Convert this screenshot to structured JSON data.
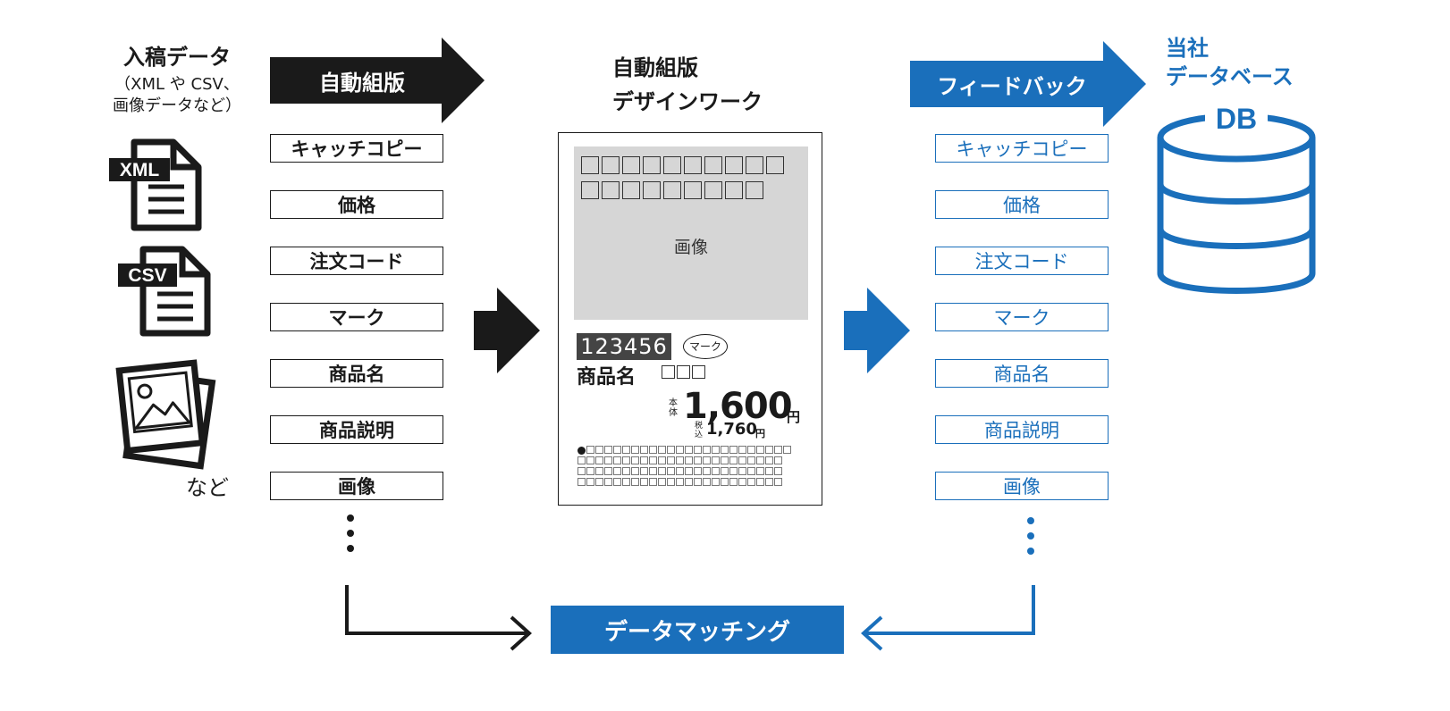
{
  "source": {
    "title": "入稿データ",
    "subtitle_line1": "（XML や CSV、",
    "subtitle_line2": "画像データなど）",
    "xml_label": "XML",
    "csv_label": "CSV",
    "etc_label": "など"
  },
  "banners": {
    "auto_typeset": "自動組版",
    "feedback": "フィードバック",
    "data_matching": "データマッチング"
  },
  "center_title": {
    "line1": "自動組版",
    "line2": "デザインワーク"
  },
  "database": {
    "line1": "当社",
    "line2": "データベース",
    "label": "DB"
  },
  "fields_left": [
    "キャッチコピー",
    "価格",
    "注文コード",
    "マーク",
    "商品名",
    "商品説明",
    "画像"
  ],
  "fields_right": [
    "キャッチコピー",
    "価格",
    "注文コード",
    "マーク",
    "商品名",
    "商品説明",
    "画像"
  ],
  "layout_sample": {
    "image_label": "画像",
    "order_code": "123456",
    "mark_label": "マーク",
    "product_name": "商品名",
    "price_prefix": "本体",
    "price": "1,600",
    "price_unit": "円",
    "tax_label": "税込",
    "price_tax": "1,760",
    "price_tax_unit": "円"
  },
  "colors": {
    "black": "#1a1a1a",
    "blue": "#1a6fbb",
    "gray": "#d6d6d6"
  }
}
